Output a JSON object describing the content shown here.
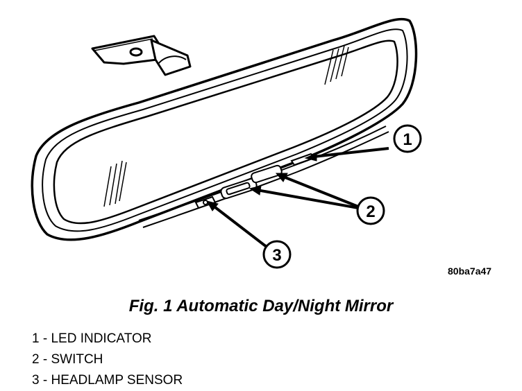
{
  "figure": {
    "reference_code": "80ba7a47",
    "caption": "Fig. 1 Automatic Day/Night Mirror",
    "callouts": [
      "1",
      "2",
      "3"
    ],
    "legend": [
      {
        "number": "1",
        "label": "LED INDICATOR"
      },
      {
        "number": "2",
        "label": "SWITCH"
      },
      {
        "number": "3",
        "label": "HEADLAMP SENSOR"
      }
    ]
  }
}
